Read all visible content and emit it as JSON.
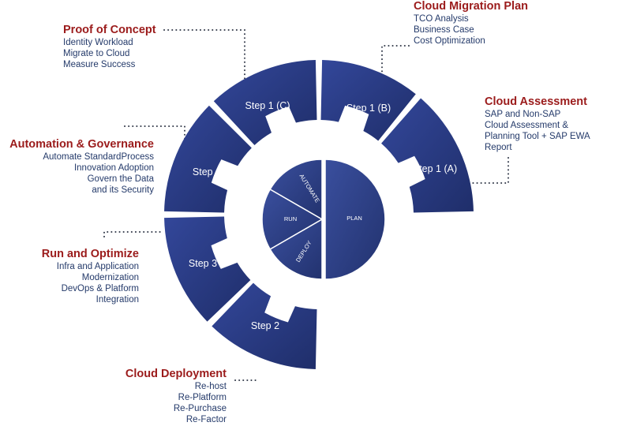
{
  "diagram": {
    "segments": [
      {
        "id": "step-1a",
        "label": "Step 1 (A)"
      },
      {
        "id": "step-1b",
        "label": "Step 1 (B)"
      },
      {
        "id": "step-1c",
        "label": "Step 1 (C)"
      },
      {
        "id": "step-4",
        "label": "Step 4"
      },
      {
        "id": "step-3",
        "label": "Step 3"
      },
      {
        "id": "step-2",
        "label": "Step 2"
      }
    ],
    "inner": {
      "plan": "PLAN",
      "automate": "AUTOMATE",
      "run": "RUN",
      "deploy": "DEPLOY"
    },
    "colors": {
      "segment": "#2b3f85",
      "segment_dark": "#1f2e66",
      "title": "#9b1b1b",
      "text": "#243a6a"
    }
  },
  "callouts": {
    "proof_of_concept": {
      "title": "Proof of Concept",
      "lines": [
        "Identity Workload",
        "Migrate to Cloud",
        "Measure Success"
      ]
    },
    "cloud_migration_plan": {
      "title": "Cloud Migration Plan",
      "lines": [
        "TCO Analysis",
        "Business Case",
        "Cost Optimization"
      ]
    },
    "cloud_assessment": {
      "title": "Cloud Assessment",
      "lines": [
        "SAP and Non-SAP",
        "Cloud Assessment &",
        "Planning Tool + SAP EWA",
        "Report"
      ]
    },
    "automation_governance": {
      "title": "Automation & Governance",
      "lines": [
        "Automate StandardProcess",
        "Innovation Adoption",
        "Govern the Data",
        "and its Security"
      ]
    },
    "run_optimize": {
      "title": "Run and Optimize",
      "lines": [
        "Infra and Application",
        "Modernization",
        "DevOps & Platform",
        "Integration"
      ]
    },
    "cloud_deployment": {
      "title": "Cloud Deployment",
      "lines": [
        "Re-host",
        "Re-Platform",
        "Re-Purchase",
        "Re-Factor"
      ]
    }
  }
}
